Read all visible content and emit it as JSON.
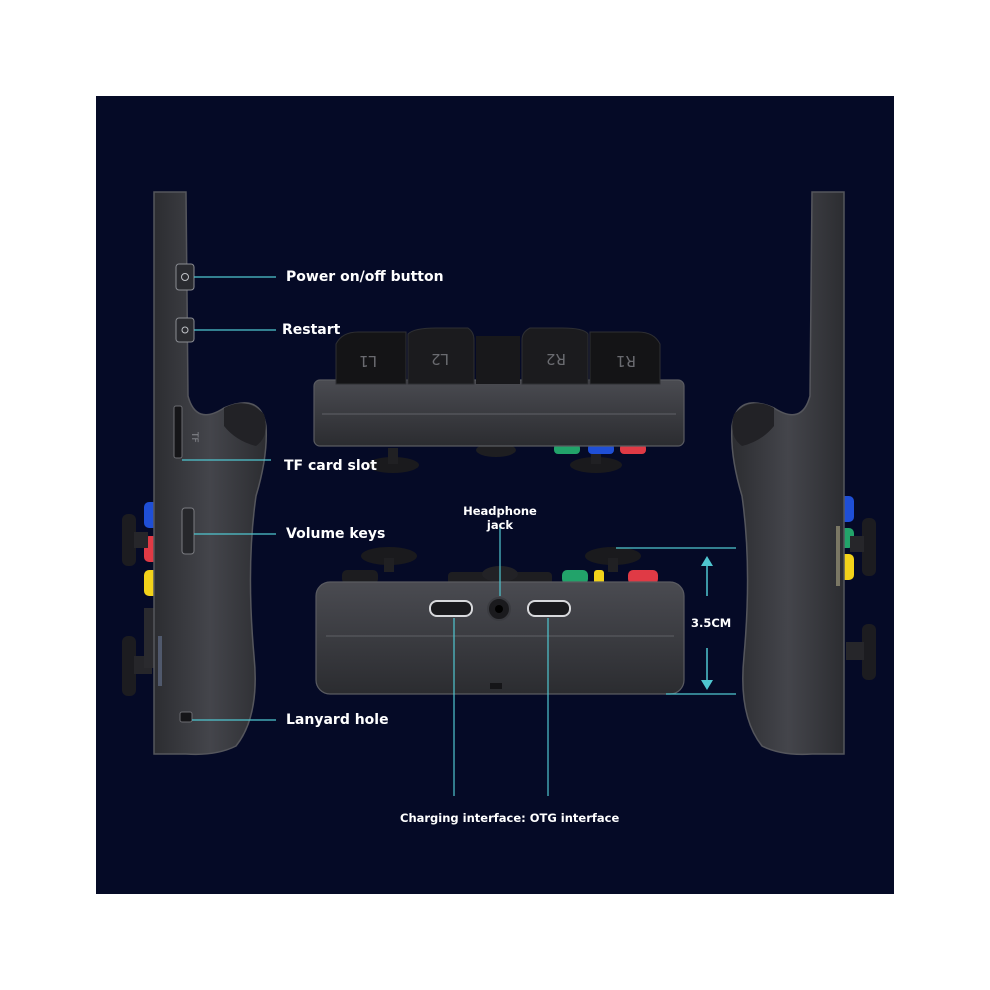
{
  "labels": {
    "power": "Power on/off button",
    "restart": "Restart",
    "tf_card": "TF card slot",
    "volume": "Volume keys",
    "lanyard": "Lanyard hole",
    "headphone_line1": "Headphone",
    "headphone_line2": "jack",
    "charging": "Charging interface: OTG interface",
    "dimension": "3.5CM"
  },
  "device_markings": {
    "tf": "TF",
    "l1": "L1",
    "l2": "L2",
    "r2": "R2",
    "r1": "R1"
  },
  "colors": {
    "background": "#050a26",
    "shell": "#3a3b40",
    "callout_line": "#4fc6d0",
    "button_blue": "#1f4fd6",
    "button_red": "#e03a45",
    "button_yellow": "#f2d21a",
    "button_green": "#22a36a",
    "text": "#ffffff"
  },
  "icons": [
    "power-icon",
    "restart-icon"
  ]
}
